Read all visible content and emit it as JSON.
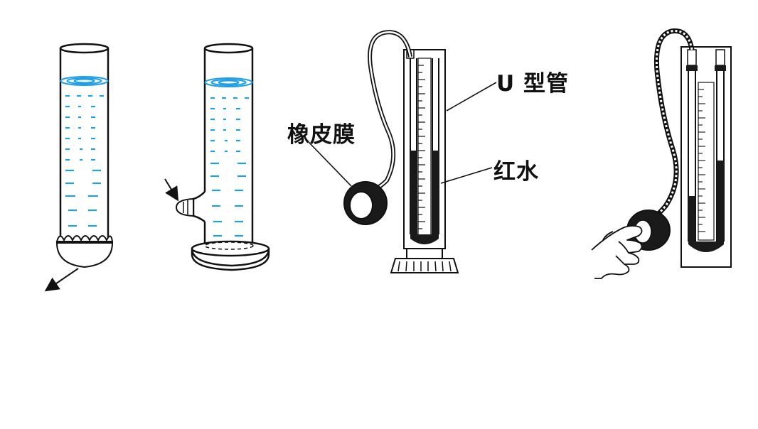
{
  "labels": {
    "u_tube": "U 型管",
    "membrane": "橡皮膜",
    "red_water": "红水"
  },
  "colors": {
    "water": "#1f9fe6",
    "ink": "#111111",
    "red_water_fill": "#1a1a1a",
    "background": "#ffffff"
  }
}
